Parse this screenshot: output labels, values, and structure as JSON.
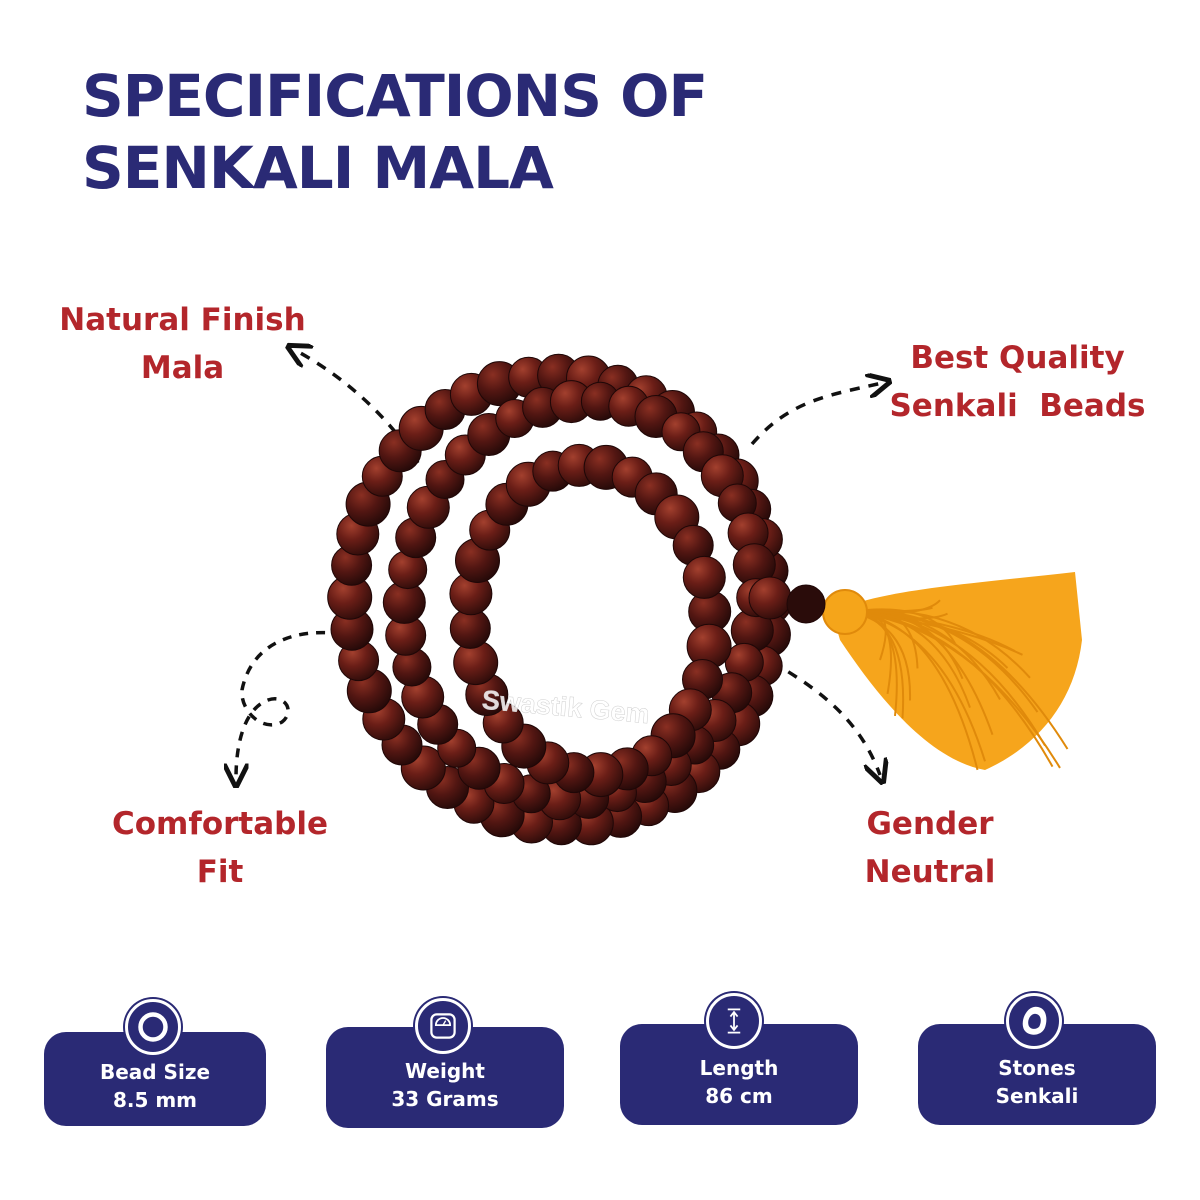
{
  "title": {
    "line1": "SPECIFICATIONS OF",
    "line2": "SENKALI MALA"
  },
  "callouts": {
    "natural_finish": [
      "Natural Finish",
      "Mala"
    ],
    "best_quality": [
      "Best Quality",
      "Senkali  Beads"
    ],
    "comfortable_fit": [
      "Comfortable",
      "Fit"
    ],
    "gender_neutral": [
      "Gender",
      "Neutral"
    ]
  },
  "watermark": "Swastik Gem",
  "specs": [
    {
      "label": "Bead Size",
      "value": "8.5 mm",
      "icon": "circle-icon"
    },
    {
      "label": "Weight",
      "value": "33 Grams",
      "icon": "scale-icon"
    },
    {
      "label": "Length",
      "value": "86 cm",
      "icon": "length-arrow-icon"
    },
    {
      "label": "Stones",
      "value": "Senkali",
      "icon": "stone-icon"
    }
  ],
  "colors": {
    "navy": "#2a2a75",
    "callout_red": "#b3262b",
    "bead_dark": "#4a1512",
    "bead_red": "#7a2219",
    "tassel": "#f6a51c"
  }
}
